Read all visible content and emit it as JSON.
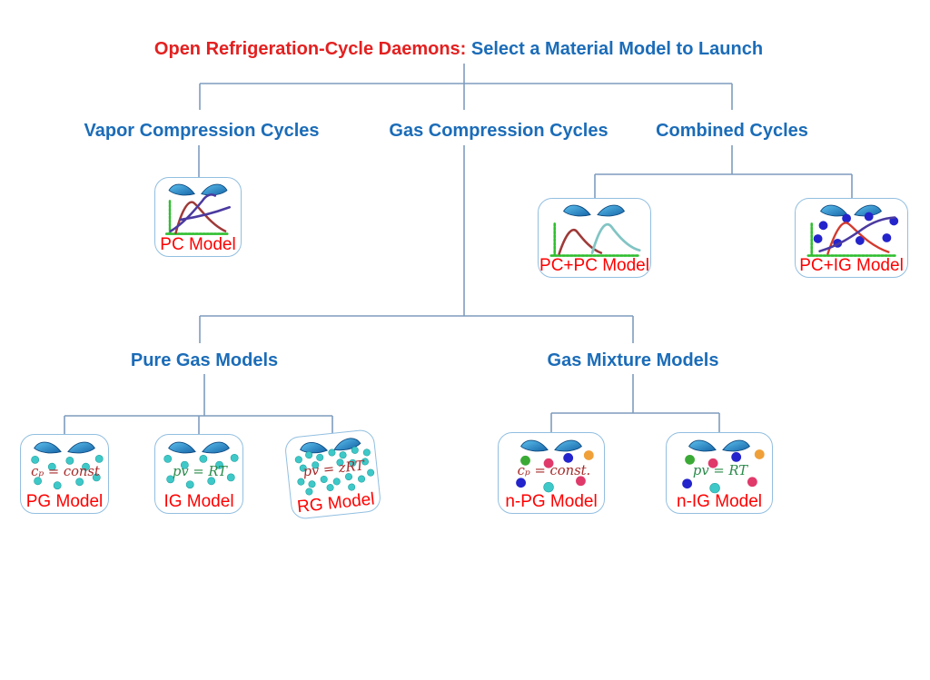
{
  "title": {
    "prefix": "Open Refrigeration-Cycle Daemons:",
    "suffix": " Select a Material Model to Launch"
  },
  "branches": {
    "vapor": {
      "label": "Vapor Compression Cycles"
    },
    "gas": {
      "label": "Gas Compression Cycles"
    },
    "combined": {
      "label": "Combined Cycles"
    },
    "pure": {
      "label": "Pure Gas Models"
    },
    "mixture": {
      "label": "Gas Mixture Models"
    }
  },
  "models": {
    "pc": {
      "label": "PC Model"
    },
    "pcpc": {
      "label": "PC+PC Model"
    },
    "pcig": {
      "label": "PC+IG Model"
    },
    "pg": {
      "label": "PG Model",
      "formula": "cₚ = const"
    },
    "ig": {
      "label": "IG Model",
      "formula": "pv = RT"
    },
    "rg": {
      "label": "RG Model",
      "formula": "pv = zRT"
    },
    "npg": {
      "label": "n-PG Model",
      "formula": "cₚ = const."
    },
    "nig": {
      "label": "n-IG Model",
      "formula": "pv = RT"
    }
  },
  "colors": {
    "title_red": "#e32020",
    "title_blue": "#1b6cb8",
    "branch_blue": "#1b6cb8",
    "line": "#7e9cbe",
    "card_border": "#92bfe0",
    "card_label_red": "#ff0000",
    "formula_red": "#a62929",
    "formula_green": "#2a8a4a",
    "axis_green": "#2fbe2f",
    "dome_maroon": "#9e3a38",
    "curve_purple": "#4a3aa0",
    "curve_teal": "#82c4c4",
    "curve_red": "#d23a2e",
    "dot_cyan": "#3fc8c8",
    "dot_blue": "#2424cc",
    "dot_green": "#3aaa35",
    "dot_crimson": "#e03a6a",
    "dot_orange": "#f0a038",
    "eye_blue_light": "#5ec1ee",
    "eye_blue_dark": "#1565a8"
  }
}
